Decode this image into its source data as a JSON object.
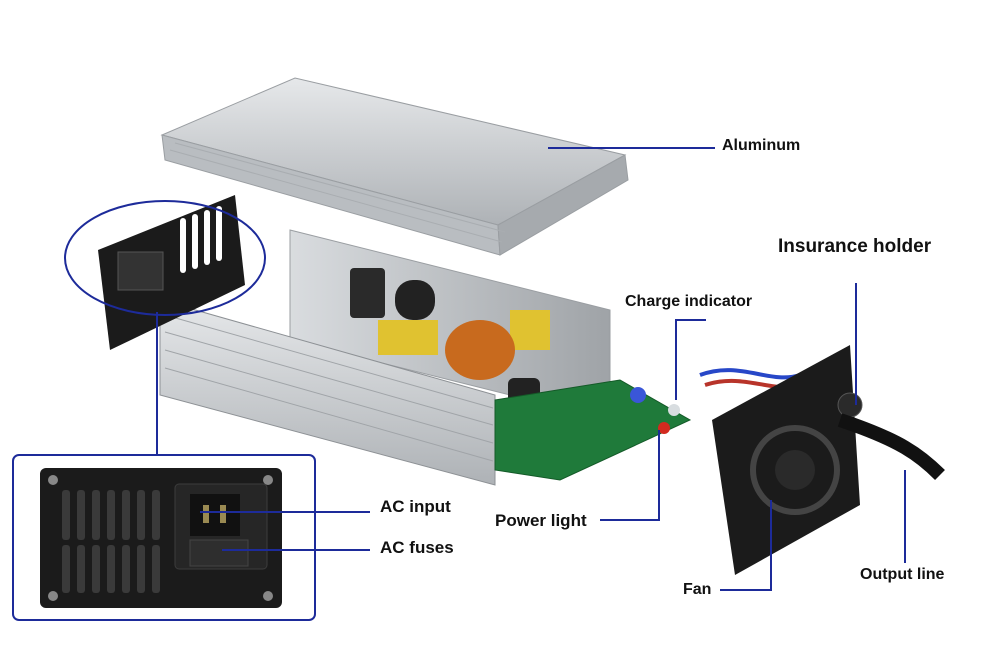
{
  "labels": {
    "aluminum": "Aluminum",
    "insurance_holder": "Insurance holder",
    "charge_indicator": "Charge indicator",
    "power_light": "Power light",
    "ac_input": "AC input",
    "ac_fuses": "AC fuses",
    "fan": "Fan",
    "output_line": "Output line"
  },
  "colors": {
    "leader_line": "#1d2b9a",
    "aluminum": "#c9ccd0",
    "panel": "#1b1b1b",
    "pcb": "#1f7a3a",
    "label_text": "#111111"
  }
}
